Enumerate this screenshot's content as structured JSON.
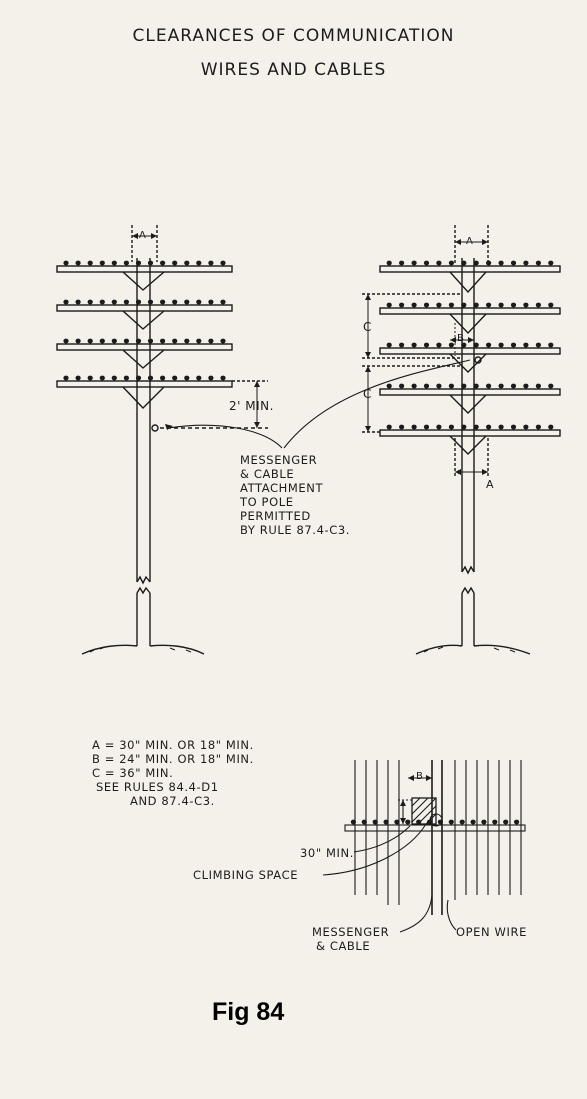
{
  "title": {
    "line1": "CLEARANCES OF COMMUNICATION",
    "line2": "WIRES AND CABLES"
  },
  "left_pole": {
    "dim_a": "A",
    "dim_min": "2' MIN."
  },
  "right_pole": {
    "dim_a_top": "A",
    "dim_b": "B",
    "dim_c_upper": "C",
    "dim_c_lower": "C",
    "dim_a_bottom": "A"
  },
  "attachment_note": [
    "MESSENGER",
    "& CABLE",
    "ATTACHMENT",
    "TO POLE",
    "PERMITTED",
    "BY RULE 87.4-C3."
  ],
  "clearance_notes": [
    "A = 30\" MIN. OR 18\" MIN.",
    "B = 24\" MIN. OR 18\" MIN.",
    "C = 36\" MIN.",
    "SEE RULES 84.4-D1",
    "AND 87.4-C3."
  ],
  "detail": {
    "dim_b": "B",
    "min_30": "30\" MIN.",
    "climbing_space": "CLIMBING SPACE",
    "messenger_cable_1": "MESSENGER",
    "messenger_cable_2": "& CABLE",
    "open_wire": "OPEN WIRE"
  },
  "caption": "Fig 84"
}
